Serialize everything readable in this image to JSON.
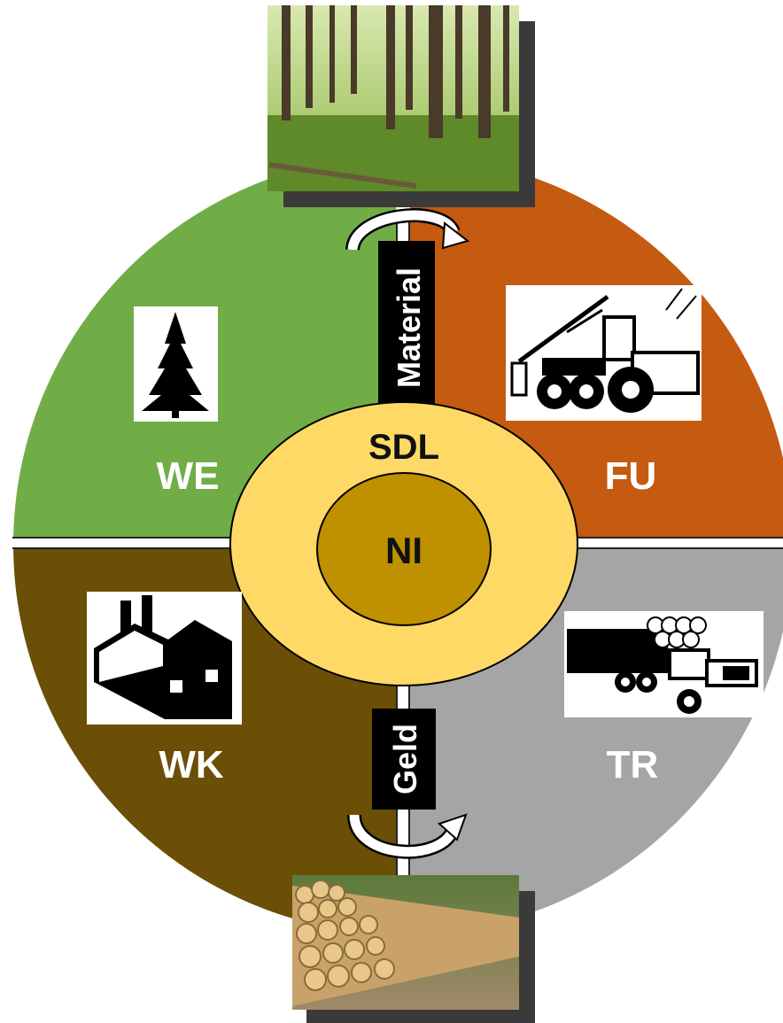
{
  "diagram": {
    "quadrants": [
      {
        "id": "we",
        "label": "WE",
        "color": "#70ad47",
        "icon": "spruce-tree-icon"
      },
      {
        "id": "fu",
        "label": "FU",
        "color": "#c55a11",
        "icon": "forwarder-harvester-icon"
      },
      {
        "id": "wk",
        "label": "WK",
        "color": "#6b4f06",
        "icon": "factory-icon"
      },
      {
        "id": "tr",
        "label": "TR",
        "color": "#a5a5a5",
        "icon": "logging-truck-icon"
      }
    ],
    "center": {
      "outer_label": "SDL",
      "outer_color": "#ffd966",
      "inner_label": "NI",
      "inner_color": "#bf9000"
    },
    "flows": {
      "top_label": "Material",
      "bottom_label": "Geld",
      "band_color": "#000000"
    },
    "photos": {
      "top": "forest-photo",
      "bottom": "log-pile-photo"
    }
  }
}
